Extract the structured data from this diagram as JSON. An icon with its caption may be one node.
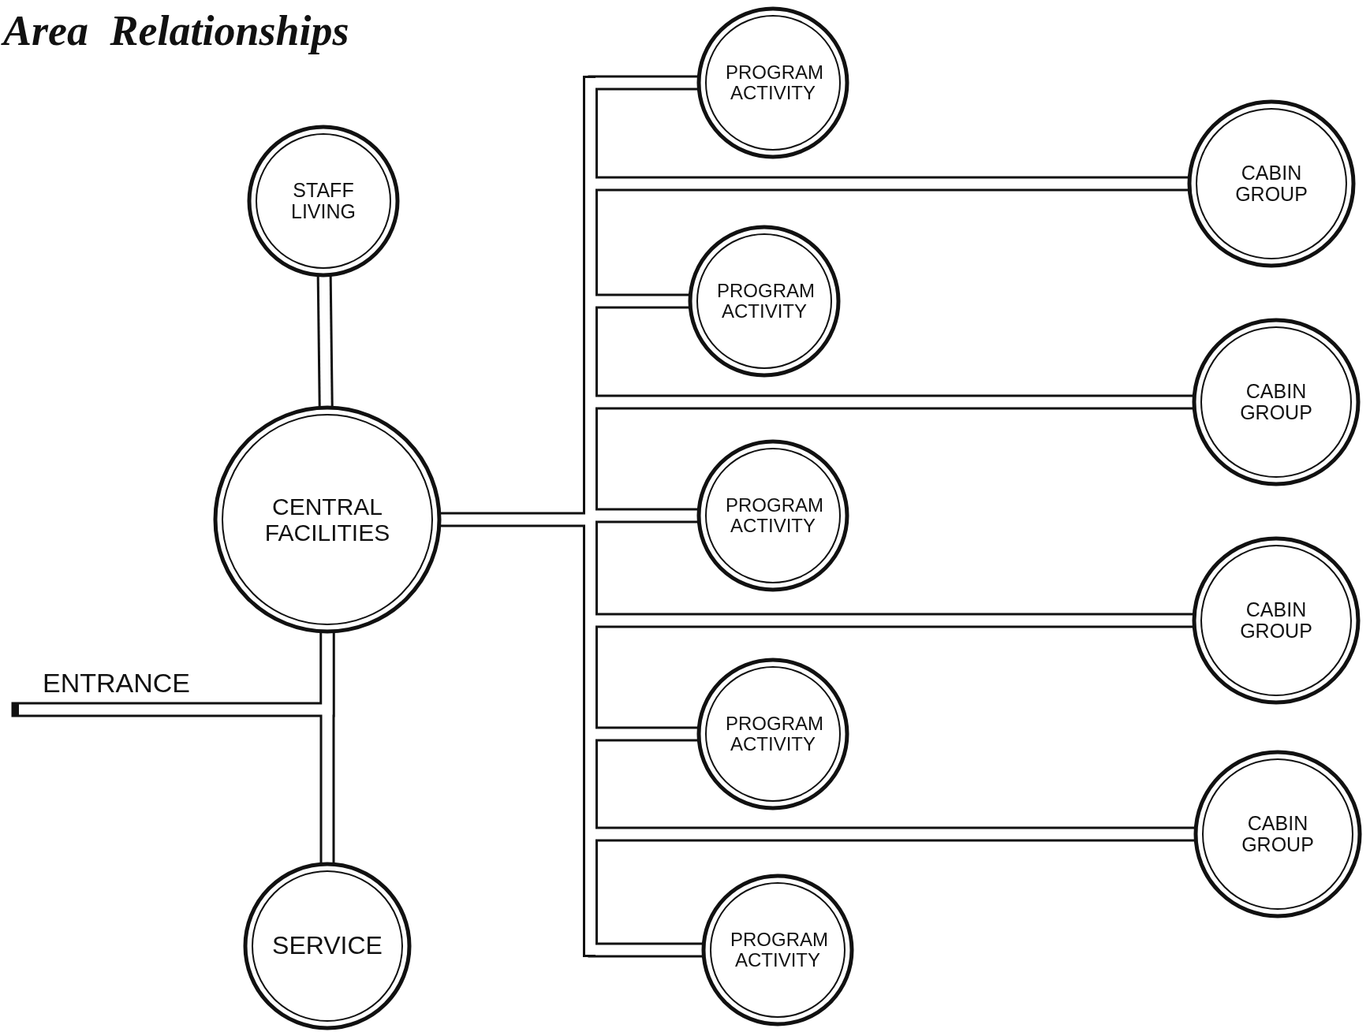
{
  "diagram": {
    "title": "Area Relationships",
    "nodes": [
      {
        "text": [
          "PROGRAM ACTIVITY"
        ]
      },
      {
        "text": [
          "CABIN GROUP"
        ]
      },
      {
        "text": [
          "STAFF LIVING"
        ]
      },
      {
        "text": [
          "PROGRAM ACTIVITY"
        ]
      },
      {
        "text": [
          "CABIN GROUP"
        ]
      },
      {
        "text": [
          "CENTRAL FACILITIES"
        ]
      },
      {
        "text": [
          "PROGRAM ACTIVITY"
        ]
      },
      {
        "text": [
          "CABIN GROUP"
        ]
      },
      {
        "text": [
          "ENTRANCE"
        ]
      },
      {
        "text": [
          "PROGRAM ACTIVITY"
        ]
      },
      {
        "text": [
          "CABIN GROUP"
        ]
      },
      {
        "text": [
          "SERVICE"
        ]
      },
      {
        "text": [
          "PROGRAM ACTIVITY"
        ]
      },
      {
        "text": [],
        "shape": "bar"
      }
    ],
    "edges": [
      {
        "from": 2,
        "to": 5,
        "arrow": "none"
      },
      {
        "from": 5,
        "to": 11,
        "arrow": "none"
      },
      {
        "from": 8,
        "to": 5,
        "arrow": "none"
      },
      {
        "from": 5,
        "to": 13,
        "arrow": "none"
      },
      {
        "from": 13,
        "to": 0,
        "arrow": "none"
      },
      {
        "from": 13,
        "to": 1,
        "arrow": "none"
      },
      {
        "from": 13,
        "to": 3,
        "arrow": "none"
      },
      {
        "from": 13,
        "to": 4,
        "arrow": "none"
      },
      {
        "from": 13,
        "to": 6,
        "arrow": "none"
      },
      {
        "from": 13,
        "to": 7,
        "arrow": "none"
      },
      {
        "from": 13,
        "to": 9,
        "arrow": "none"
      },
      {
        "from": 13,
        "to": 10,
        "arrow": "none"
      },
      {
        "from": 13,
        "to": 12,
        "arrow": "none"
      }
    ]
  }
}
